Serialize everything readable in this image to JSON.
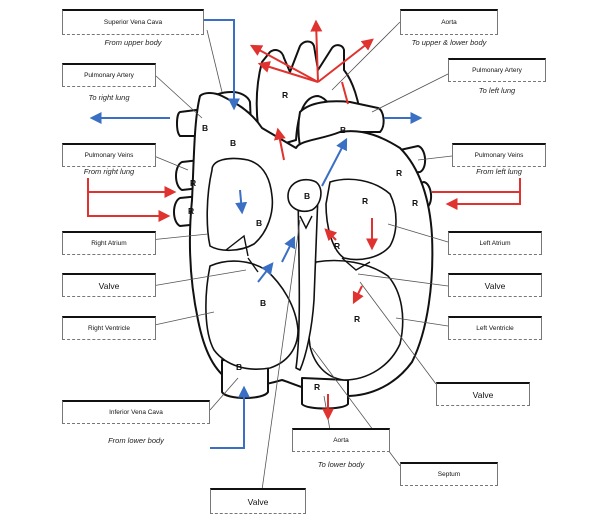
{
  "boxes": {
    "svc": "Superior Vena Cava",
    "aorta_top": "Aorta",
    "pa_right": "Pulmonary Artery",
    "pa_left": "Pulmonary Artery",
    "pv_right": "Pulmonary Veins",
    "pv_left": "Pulmonary Veins",
    "ra": "Right Atrium",
    "la": "Left Atrium",
    "valve_l": "Valve",
    "valve_r": "Valve",
    "rv": "Right Ventricle",
    "lv": "Left Ventricle",
    "valve_r2": "Valve",
    "ivc": "Inferior Vena Cava",
    "aorta_bottom": "Aorta",
    "septum": "Septum",
    "valve_bottom": "Valve"
  },
  "notes": {
    "svc": "From upper body",
    "aorta_top": "To upper & lower body",
    "pa_right": "To right lung",
    "pa_left": "To left lung",
    "pv_right": "From right lung",
    "pv_left": "From left lung",
    "ivc": "From lower body",
    "aorta_bottom": "To lower body"
  },
  "letters": {
    "blood_deoxygenated": "B",
    "blood_oxygenated": "R"
  },
  "colors": {
    "deoxygenated": "#3a6fc4",
    "oxygenated": "#e0322f",
    "outline": "#111111"
  }
}
